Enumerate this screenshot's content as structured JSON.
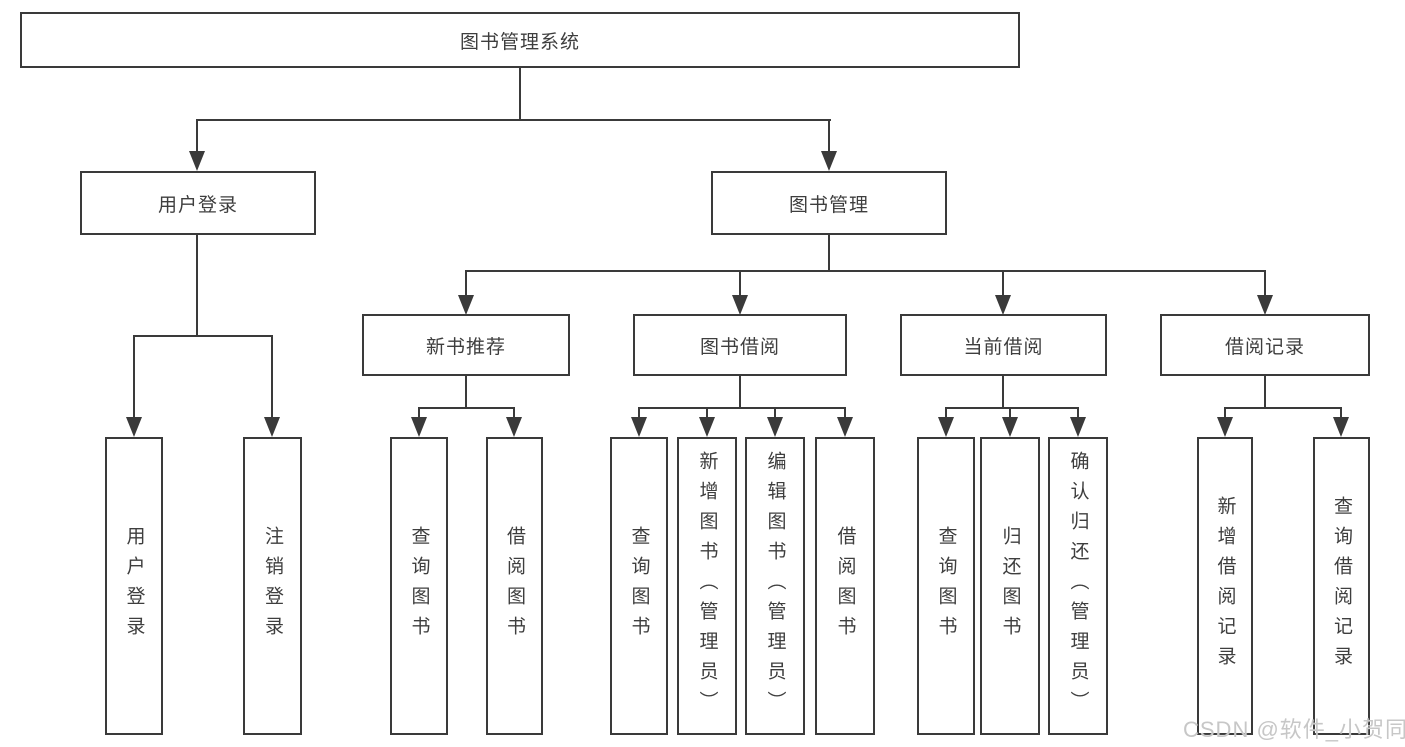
{
  "colors": {
    "line": "#3a3a3a",
    "box_border": "#3a3a3a",
    "box_background": "#ffffff",
    "text": "#3e3e3e",
    "watermark": "#c7c7c7"
  },
  "tree": {
    "root": "图书管理系统",
    "branches": [
      {
        "label": "用户登录",
        "children": [
          "用户登录",
          "注销登录"
        ]
      },
      {
        "label": "图书管理",
        "groups": [
          {
            "label": "新书推荐",
            "children": [
              "查询图书",
              "借阅图书"
            ]
          },
          {
            "label": "图书借阅",
            "children": [
              "查询图书",
              "新增图书（管理员）",
              "编辑图书（管理员）",
              "借阅图书"
            ]
          },
          {
            "label": "当前借阅",
            "children": [
              "查询图书",
              "归还图书",
              "确认归还（管理员）"
            ]
          },
          {
            "label": "借阅记录",
            "children": [
              "新增借阅记录",
              "查询借阅记录"
            ]
          }
        ]
      }
    ]
  },
  "watermark": {
    "text": "CSDN @软件_小贺同学"
  }
}
